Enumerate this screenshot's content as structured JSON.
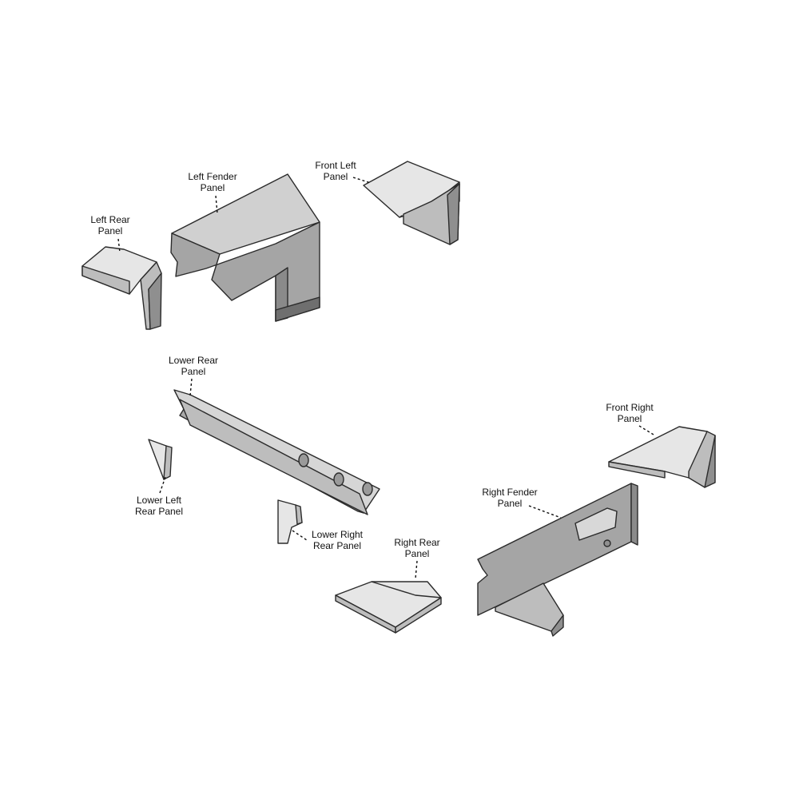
{
  "colors": {
    "light_face": "#e6e6e6",
    "mid_face": "#bdbdbd",
    "dark_face": "#8f8f8f",
    "edge": "#2b2b2b"
  },
  "labels": {
    "left_rear_panel": [
      "Left Rear",
      "Panel"
    ],
    "left_fender_panel": [
      "Left Fender",
      "Panel"
    ],
    "front_left_panel": [
      "Front Left",
      "Panel"
    ],
    "lower_rear_panel": [
      "Lower Rear",
      "Panel"
    ],
    "front_right_panel": [
      "Front Right",
      "Panel"
    ],
    "right_fender_panel": [
      "Right Fender",
      "Panel"
    ],
    "lower_left_rear_panel": [
      "Lower Left",
      "Rear Panel"
    ],
    "lower_right_rear_panel": [
      "Lower Right",
      "Rear Panel"
    ],
    "right_rear_panel": [
      "Right Rear",
      "Panel"
    ]
  }
}
